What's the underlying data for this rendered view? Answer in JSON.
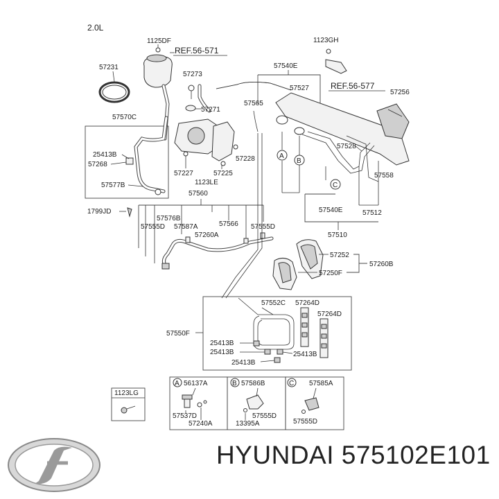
{
  "engine": "2.0L",
  "labels": {
    "p1125DF": "1125DF",
    "ref56571": "REF.56-571",
    "p57231": "57231",
    "p57273": "57273",
    "p57271": "57271",
    "p57570C": "57570C",
    "p25413B_a": "25413B",
    "p57268": "57268",
    "p57577B": "57577B",
    "p57227": "57227",
    "p57225": "57225",
    "p57228": "57228",
    "p1123LE": "1123LE",
    "p1799JD": "1799JD",
    "p57560": "57560",
    "p57576B": "57576B",
    "p57555D_a": "57555D",
    "p57587A": "57587A",
    "p57566": "57566",
    "p57555D_b": "57555D",
    "p57260A": "57260A",
    "p1123GH": "1123GH",
    "p57540E_top": "57540E",
    "p57527": "57527",
    "ref56577": "REF.56-577",
    "p57256": "57256",
    "p57565": "57565",
    "p57528": "57528",
    "p57558": "57558",
    "p57540E_bot": "57540E",
    "p57512": "57512",
    "p57510": "57510",
    "p57252": "57252",
    "p57260B": "57260B",
    "p57250F": "57250F",
    "p57552C": "57552C",
    "p57264D_a": "57264D",
    "p57264D_b": "57264D",
    "p57550F": "57550F",
    "p25413B_b": "25413B",
    "p25413B_c": "25413B",
    "p25413B_d": "25413B",
    "p25413B_e": "25413B",
    "p1123LG": "1123LG",
    "detailA_mark": "A",
    "detailB_mark": "B",
    "detailC_mark": "C",
    "p56137A": "56137A",
    "p57537D": "57537D",
    "p57240A": "57240A",
    "p57586B": "57586B",
    "p57555D_c": "57555D",
    "p13395A": "13395A",
    "p57585A": "57585A",
    "p57555D_d": "57555D"
  },
  "callouts": {
    "A": "A",
    "B": "B",
    "C": "C"
  },
  "brand": {
    "text": "HYUNDAI 575102E101",
    "logo_icon": "hyundai-logo-icon"
  }
}
